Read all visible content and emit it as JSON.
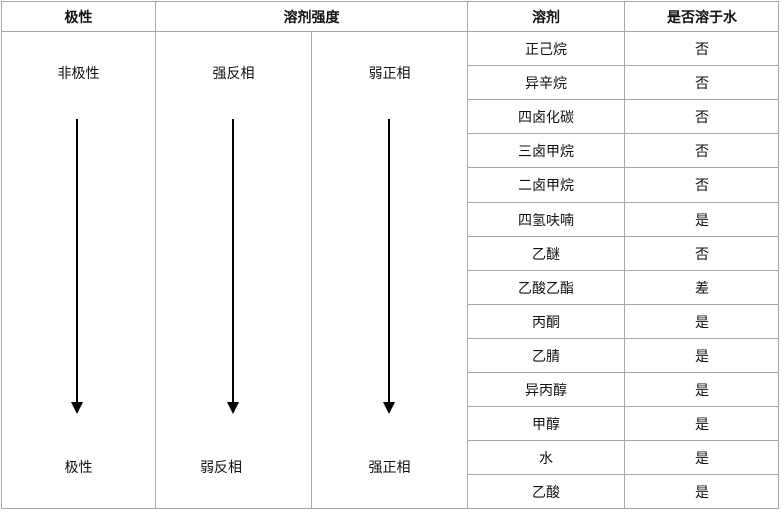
{
  "header": {
    "polarity": "极性",
    "solvent_strength": "溶剂强度",
    "solvent": "溶剂",
    "water_soluble": "是否溶于水"
  },
  "polarity_column": {
    "top": "非极性",
    "bottom": "极性"
  },
  "reverse_phase_column": {
    "top": "强反相",
    "bottom": "弱反相"
  },
  "normal_phase_column": {
    "top": "弱正相",
    "bottom": "强正相"
  },
  "icons": {
    "arrow": "arrow-down-icon"
  },
  "solvents": [
    {
      "name": "正己烷",
      "water_soluble": "否"
    },
    {
      "name": "异辛烷",
      "water_soluble": "否"
    },
    {
      "name": "四卤化碳",
      "water_soluble": "否"
    },
    {
      "name": "三卤甲烷",
      "water_soluble": "否"
    },
    {
      "name": "二卤甲烷",
      "water_soluble": "否"
    },
    {
      "name": "四氢呋喃",
      "water_soluble": "是"
    },
    {
      "name": "乙醚",
      "water_soluble": "否"
    },
    {
      "name": "乙酸乙酯",
      "water_soluble": "差"
    },
    {
      "name": "丙酮",
      "water_soluble": "是"
    },
    {
      "name": "乙腈",
      "water_soluble": "是"
    },
    {
      "name": "异丙醇",
      "water_soluble": "是"
    },
    {
      "name": "甲醇",
      "water_soluble": "是"
    },
    {
      "name": "水",
      "water_soluble": "是"
    },
    {
      "name": "乙酸",
      "water_soluble": "是"
    }
  ]
}
